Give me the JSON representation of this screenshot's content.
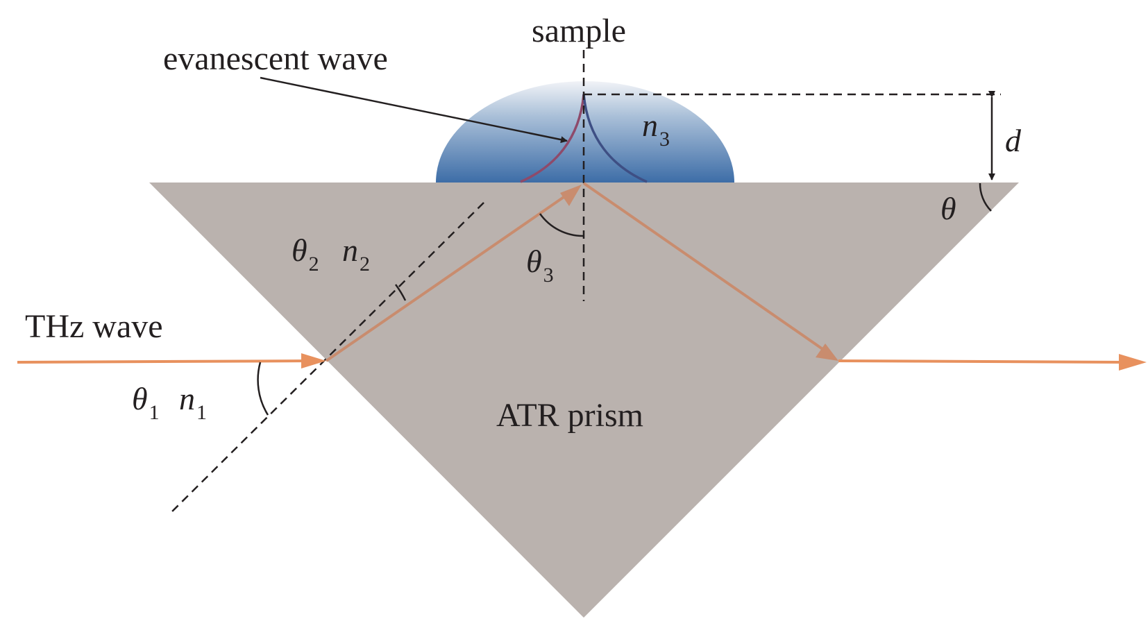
{
  "labels": {
    "sample": "sample",
    "evanescent": "evanescent wave",
    "n3_base": "n",
    "n3_sub": "3",
    "d": "d",
    "theta": "θ",
    "theta2_base": "θ",
    "theta2_sub": "2",
    "n2_base": "n",
    "n2_sub": "2",
    "theta3_base": "θ",
    "theta3_sub": "3",
    "thz": "THz wave",
    "theta1_base": "θ",
    "theta1_sub": "1",
    "n1_base": "n",
    "n1_sub": "1",
    "prism": "ATR prism"
  },
  "colors": {
    "prism": "#bab2ae",
    "beam": "#e8915e",
    "beam_inside": "#c98c6e",
    "evanescent_curve": "#8e4a6a",
    "sample_top": "#eef1f6",
    "sample_bottom": "#3e6fa8",
    "guide": "#231f20"
  }
}
